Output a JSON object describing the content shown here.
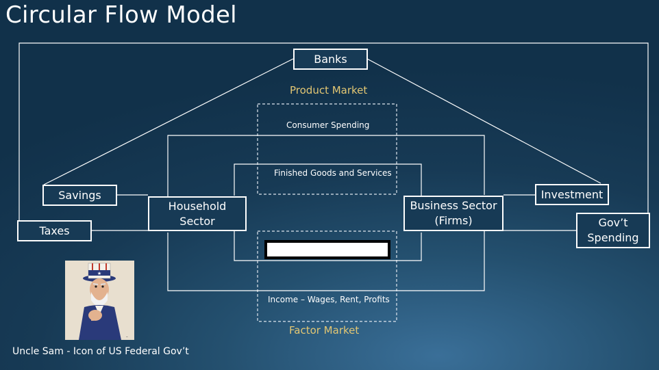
{
  "slide": {
    "title": "Circular Flow Model"
  },
  "boxes": {
    "banks": "Banks",
    "savings": "Savings",
    "taxes": "Taxes",
    "household": [
      "Household",
      "Sector"
    ],
    "business": [
      "Business Sector",
      "(Firms)"
    ],
    "investment": "Investment",
    "govt_spending": [
      "Gov’t",
      "Spending"
    ]
  },
  "markets": {
    "product": "Product Market",
    "factor": "Factor Market"
  },
  "flows": {
    "consumer_spending": "Consumer Spending",
    "finished_goods": "Finished Goods and Services",
    "income": "Income – Wages, Rent, Profits"
  },
  "image": {
    "caption": "Uncle Sam -  Icon of US Federal Gov’t"
  },
  "colors": {
    "market_label": "#e3c773",
    "background": "#173a55"
  }
}
